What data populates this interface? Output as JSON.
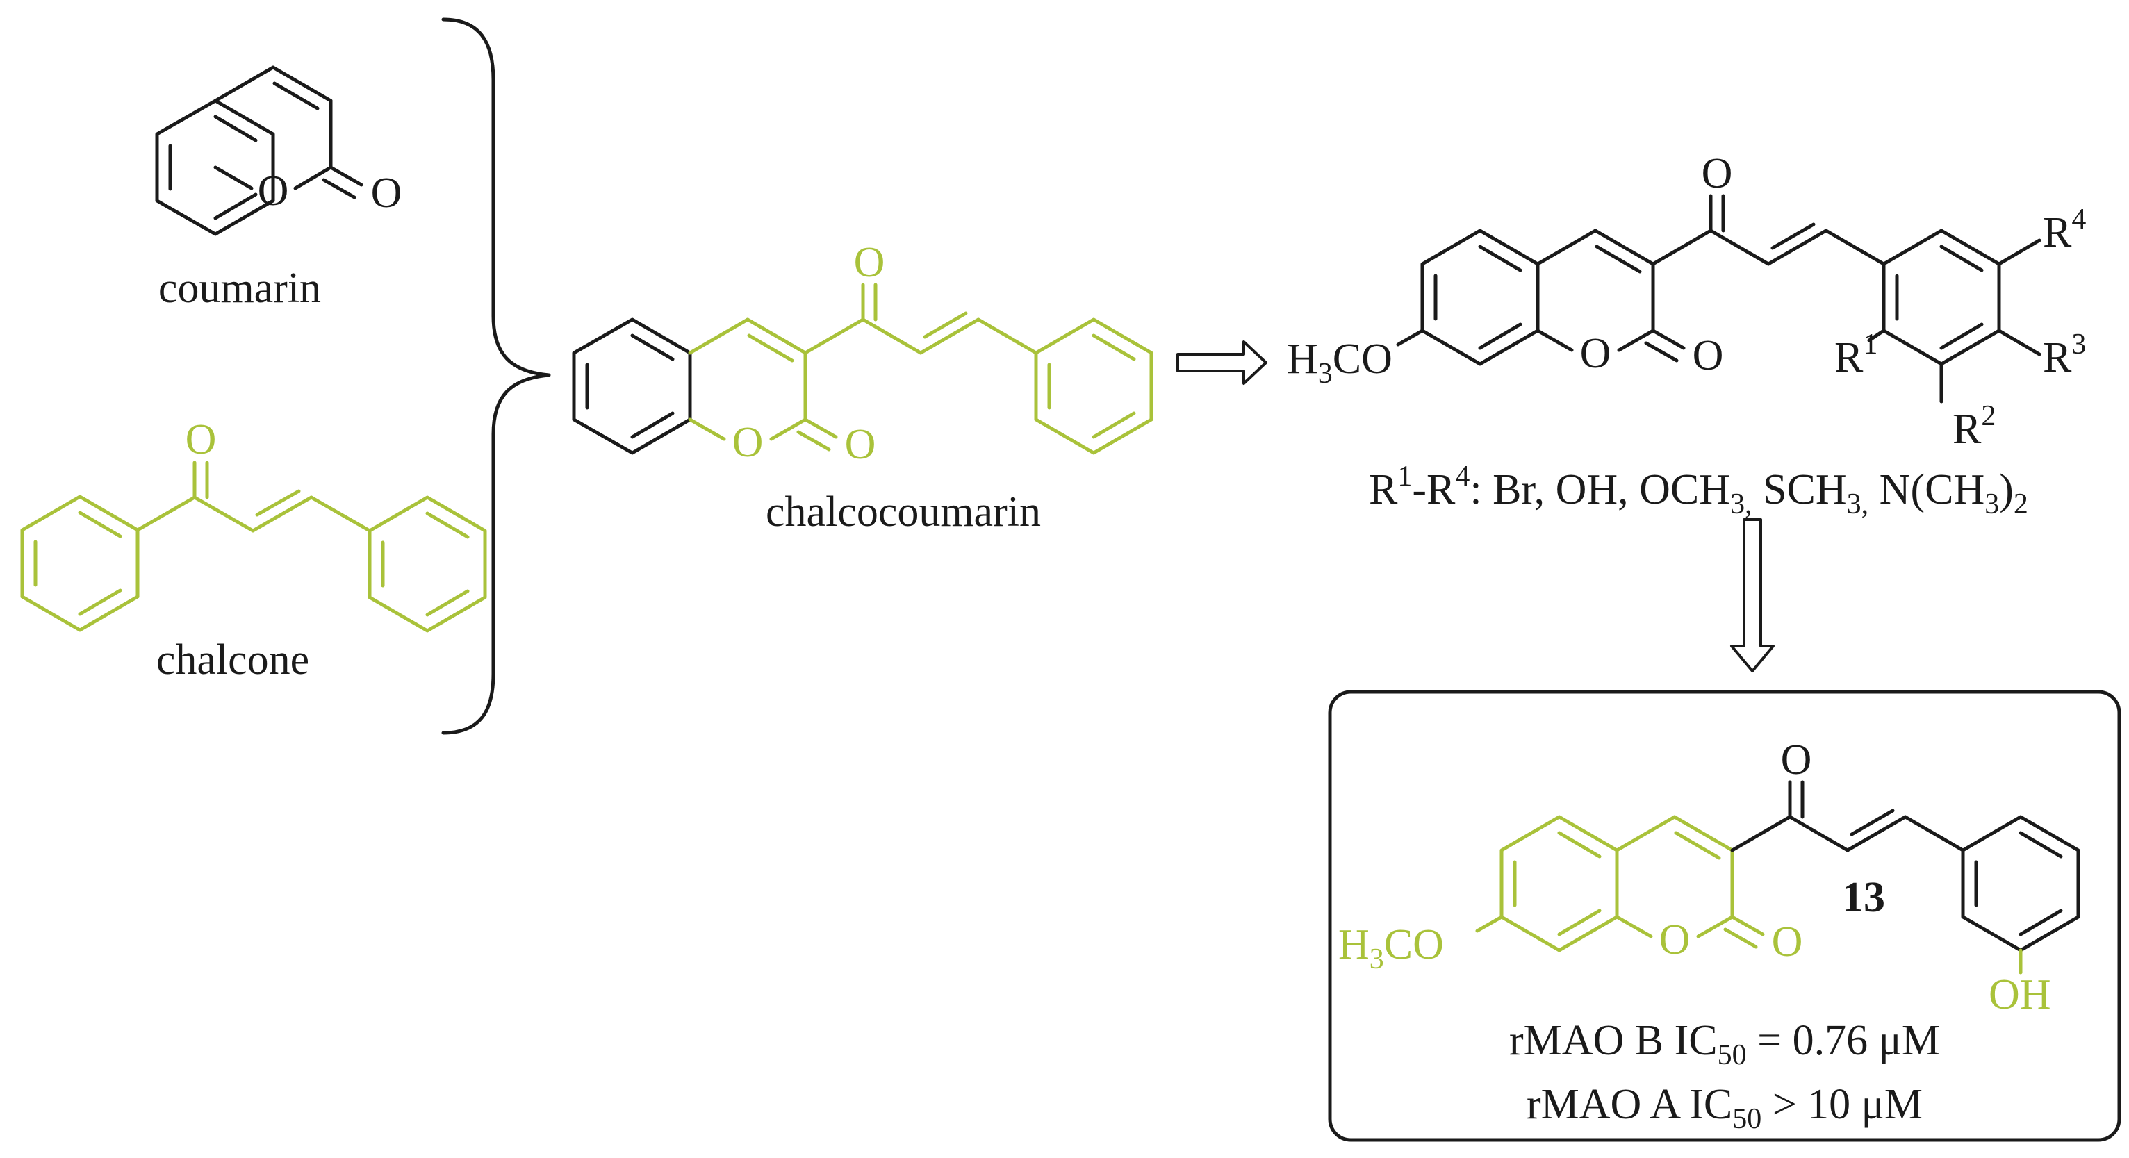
{
  "names": {
    "coumarin": "coumarin",
    "chalcone": "chalcone",
    "chalcocoumarin": "chalcocoumarin",
    "compound_number": "13"
  },
  "atoms": {
    "O": "O",
    "OH": "OH",
    "CH3": "C",
    "H": "H",
    "CO": "CO",
    "R": "R",
    "n1": "1",
    "n2": "2",
    "n3": "3",
    "n4": "4",
    "s3": "3"
  },
  "substituents": {
    "range_a": "R",
    "range_a_sup": "1",
    "dash": "-R",
    "range_b_sup": "4",
    "list": ": Br, OH, OCH",
    "list_sub1": "3,",
    "list_2": " SCH",
    "list_sub2": "3,",
    "list_3": " N(CH",
    "list_sub3": "3",
    "list_4": ")",
    "list_sub4": "2"
  },
  "activity": {
    "b_prefix": "rMAO B IC",
    "b_sub": "50",
    "b_value": " = 0.76 μM",
    "a_prefix": "rMAO A IC",
    "a_sub": "50",
    "a_value": " > 10 μM"
  },
  "colors": {
    "black": "#1a1a1a",
    "highlight_green": "#a9c23a"
  }
}
